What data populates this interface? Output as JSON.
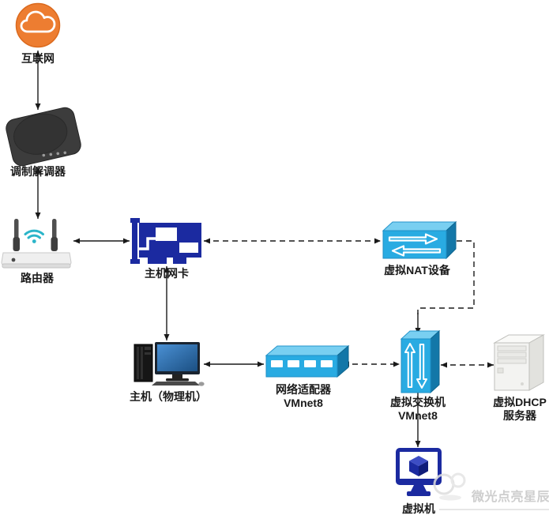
{
  "diagram": {
    "nodes": {
      "internet": {
        "label": "互联网",
        "icon": "cloud-icon"
      },
      "modem": {
        "label": "调制解调器",
        "icon": "modem-icon"
      },
      "router": {
        "label": "路由器",
        "icon": "wireless-router-icon"
      },
      "host_nic": {
        "label": "主机网卡",
        "icon": "network-card-icon"
      },
      "virtual_nat": {
        "label": "虚拟NAT设备",
        "icon": "nat-device-icon"
      },
      "host_pc": {
        "label": "主机（物理机）",
        "icon": "desktop-computer-icon"
      },
      "network_adapter": {
        "label": "网络适配器",
        "label2": "VMnet8",
        "icon": "network-hub-icon"
      },
      "virtual_switch": {
        "label": "虚拟交换机",
        "label2": "VMnet8",
        "icon": "virtual-switch-icon"
      },
      "dhcp_server": {
        "label": "虚拟DHCP",
        "label2": "服务器",
        "icon": "server-tower-icon"
      },
      "virtual_machine": {
        "label": "虚拟机",
        "icon": "vm-monitor-icon"
      }
    },
    "edges": [
      {
        "from": "internet",
        "to": "modem",
        "line": "solid",
        "arrows": "both"
      },
      {
        "from": "modem",
        "to": "router",
        "line": "solid",
        "arrows": "both"
      },
      {
        "from": "router",
        "to": "host_nic",
        "line": "solid",
        "arrows": "both"
      },
      {
        "from": "host_nic",
        "to": "virtual_nat",
        "line": "dashed",
        "arrows": "both"
      },
      {
        "from": "virtual_nat",
        "to": "virtual_switch",
        "line": "dashed",
        "arrows": "end"
      },
      {
        "from": "host_nic",
        "to": "host_pc",
        "line": "solid",
        "arrows": "both"
      },
      {
        "from": "host_pc",
        "to": "network_adapter",
        "line": "solid",
        "arrows": "both"
      },
      {
        "from": "network_adapter",
        "to": "virtual_switch",
        "line": "dashed",
        "arrows": "both"
      },
      {
        "from": "virtual_switch",
        "to": "dhcp_server",
        "line": "dashed",
        "arrows": "both"
      },
      {
        "from": "virtual_switch",
        "to": "virtual_machine",
        "line": "solid",
        "arrows": "end"
      }
    ],
    "colors": {
      "cloud_orange": "#ED7D31",
      "device_blue": "#1B2AA0",
      "box_cyan_front": "#29ABE2",
      "box_cyan_top": "#79CFF1",
      "box_cyan_side": "#1377A8",
      "wifi_teal": "#2BB5C9",
      "connector_black": "#1A1A1A",
      "watermark_gray": "#CECECE"
    },
    "watermark": {
      "text": "微光点亮星辰"
    }
  }
}
